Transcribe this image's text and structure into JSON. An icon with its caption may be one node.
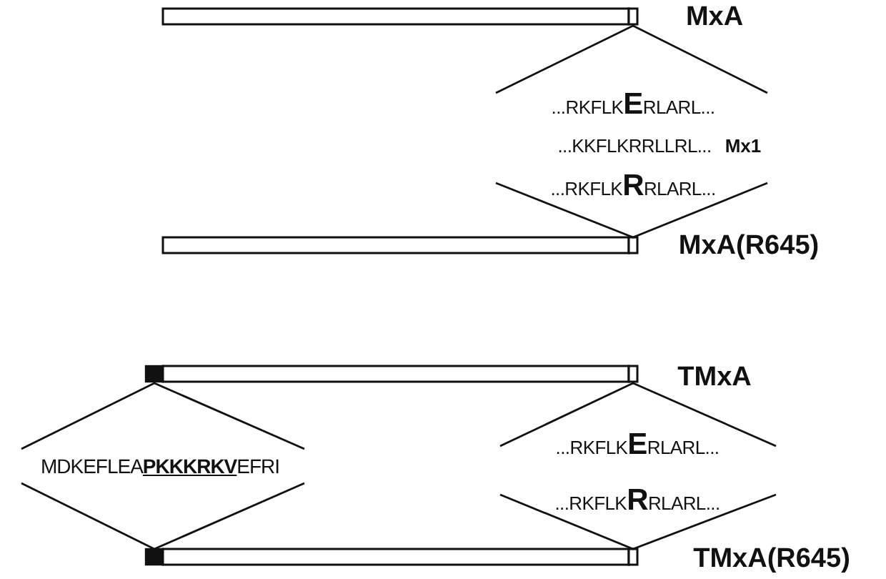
{
  "diagram": {
    "labels": [
      "MxA",
      "...RKFLK**E**RLARL...",
      "...KKFLKRRLLRL...",
      "Mx1",
      "...RKFLK**R**RLARL...",
      "MxA(R645)",
      "TMxA",
      "MDKEFLEA**PKKKRKV**EFRI",
      "...RKFLK**E**RLARL...",
      "...RKFLK**R**RLARL...",
      "TMxA(R645)"
    ]
  }
}
